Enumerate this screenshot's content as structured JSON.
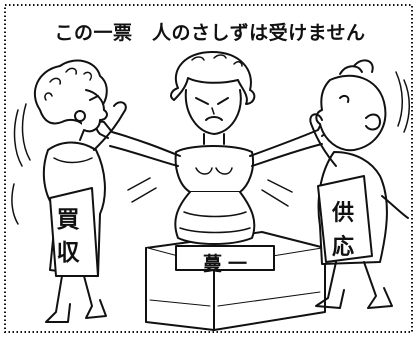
{
  "caption": "この一票　人のさしずは受けません",
  "left_figure": {
    "sash_line1": "買",
    "sash_line2": "収"
  },
  "right_figure": {
    "sash_line1": "供",
    "sash_line2": "応"
  },
  "ballot_box": {
    "label": "蔓一"
  },
  "colors": {
    "ink": "#111111",
    "paper": "#ffffff"
  }
}
